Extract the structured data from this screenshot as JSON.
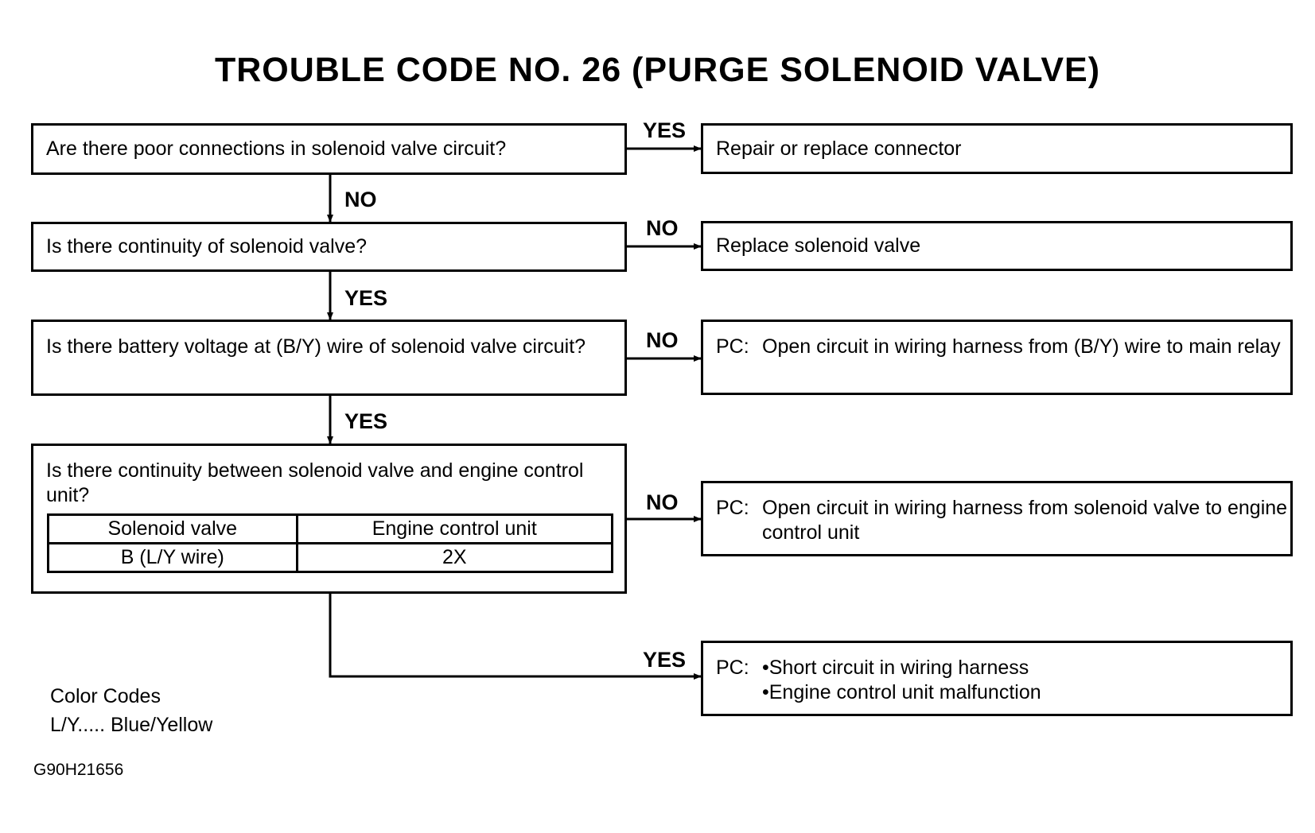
{
  "title": "TROUBLE CODE NO. 26 (PURGE SOLENOID VALVE)",
  "questions": [
    "Are there poor connections in solenoid valve circuit?",
    "Is there continuity of solenoid valve?",
    "Is there battery voltage at (B/Y) wire of solenoid valve circuit?",
    "Is there continuity between solenoid valve and engine control unit?"
  ],
  "table": {
    "headers": [
      "Solenoid valve",
      "Engine control unit"
    ],
    "row": [
      "B (L/Y wire)",
      "2X"
    ]
  },
  "results": {
    "r1": "Repair or replace connector",
    "r2": "Replace solenoid valve",
    "r3_prefix": "PC:",
    "r3": "Open circuit in wiring harness from (B/Y) wire to main relay",
    "r4_prefix": "PC:",
    "r4": "Open circuit in wiring harness from solenoid valve to engine control unit",
    "r5_prefix": "PC:",
    "r5_items": [
      "•Short circuit in wiring harness",
      "•Engine control unit malfunction"
    ]
  },
  "labels": {
    "yes1": "YES",
    "no1": "NO",
    "no2": "NO",
    "yes2": "YES",
    "no3": "NO",
    "yes3": "YES",
    "no4": "NO",
    "yes4": "YES"
  },
  "notes": {
    "color_title": "Color Codes",
    "color_entry": "L/Y..... Blue/Yellow",
    "ref": "G90H21656"
  }
}
